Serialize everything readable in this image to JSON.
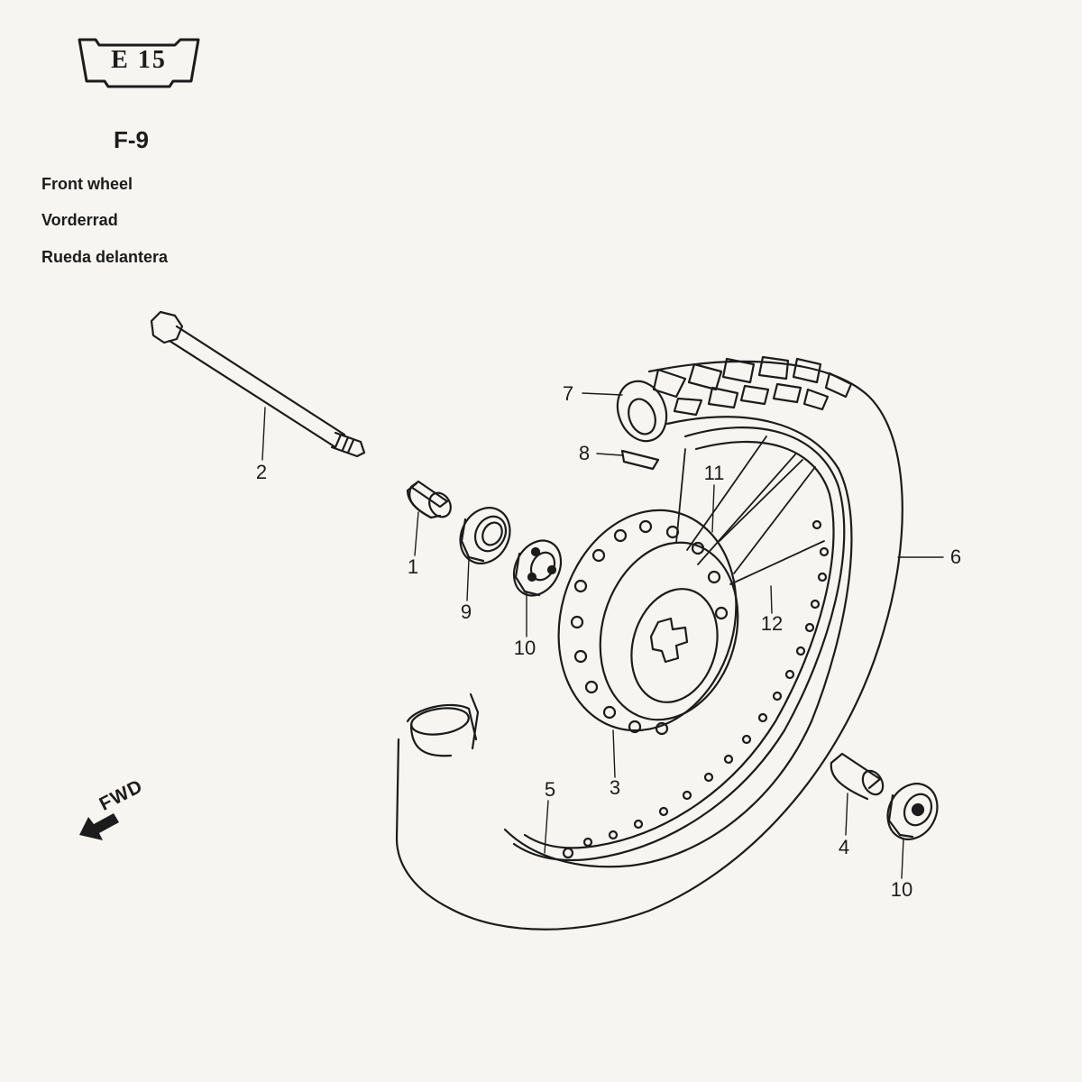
{
  "header": {
    "badge_text": "E 15",
    "page_code": "F-9",
    "titles": {
      "en": "Front wheel",
      "de": "Vorderrad",
      "es": "Rueda delantera"
    }
  },
  "direction_marker": {
    "label": "FWD",
    "icon": "arrow-left-down-icon"
  },
  "callouts": [
    {
      "id": "axle",
      "number": "1"
    },
    {
      "id": "axle-bolt",
      "number": "2"
    },
    {
      "id": "hub",
      "number": "3"
    },
    {
      "id": "spacer-right",
      "number": "4"
    },
    {
      "id": "rim-band",
      "number": "5"
    },
    {
      "id": "tire",
      "number": "6"
    },
    {
      "id": "tube",
      "number": "7"
    },
    {
      "id": "valve",
      "number": "8"
    },
    {
      "id": "oil-seal",
      "number": "9"
    },
    {
      "id": "bearing-left",
      "number": "10"
    },
    {
      "id": "spoke-set-a",
      "number": "11"
    },
    {
      "id": "spoke-set-b",
      "number": "12"
    },
    {
      "id": "bearing-right",
      "number": "10"
    }
  ]
}
